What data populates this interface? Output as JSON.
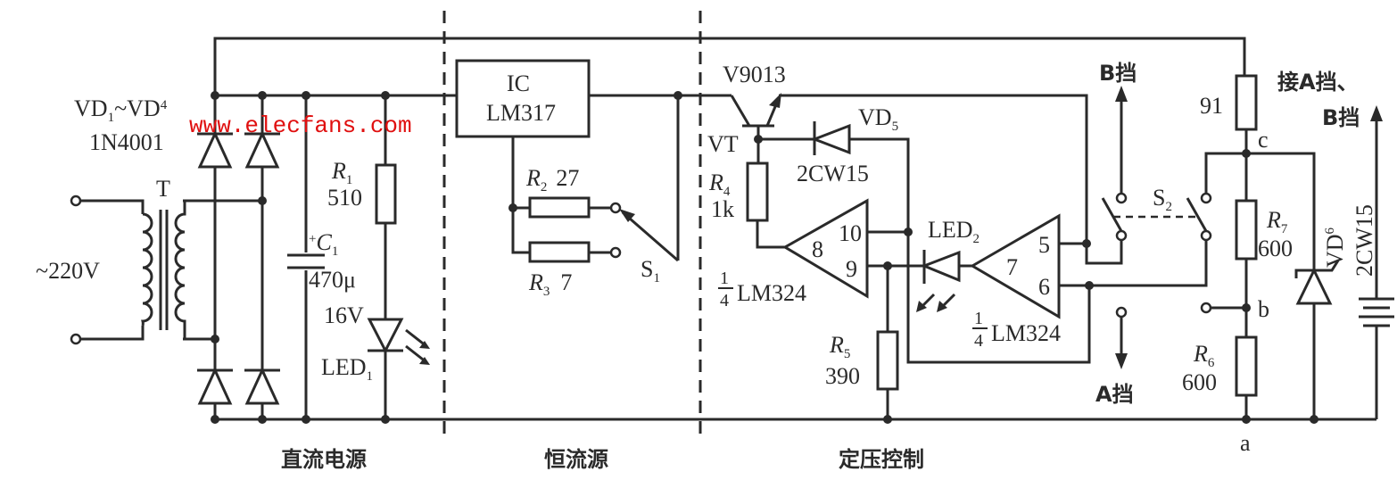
{
  "watermark": "www.elecfans.com",
  "sections": {
    "dc_supply": "直流电源",
    "constant_current": "恒流源",
    "voltage_control": "定压控制"
  },
  "components": {
    "input_voltage": "~220V",
    "transformer": "T",
    "bridge": {
      "name": "VD",
      "sub1": "1",
      "tilde": "~VD",
      "sub4": "4",
      "part": "1N4001"
    },
    "r1": {
      "name": "R",
      "sub": "1",
      "value": "510"
    },
    "c1": {
      "plus": "+",
      "name": "C",
      "sub": "1",
      "value": "470μ",
      "voltage": "16V"
    },
    "led1": {
      "name": "LED",
      "sub": "1"
    },
    "ic": {
      "line1": "IC",
      "line2": "LM317"
    },
    "r2": {
      "name": "R",
      "sub": "2",
      "value": "27"
    },
    "r3": {
      "name": "R",
      "sub": "3",
      "value": "7"
    },
    "s1": {
      "name": "S",
      "sub": "1"
    },
    "transistor": {
      "part": "V9013",
      "name": "VT"
    },
    "r4": {
      "name": "R",
      "sub": "4",
      "value": "1k"
    },
    "vd5": {
      "name": "VD",
      "sub": "5",
      "part": "2CW15"
    },
    "opamp1": {
      "pin_out": "8",
      "pin_a": "10",
      "pin_b": "9",
      "frac_num": "1",
      "frac_den": "4",
      "part": "LM324"
    },
    "led2": {
      "name": "LED",
      "sub": "2"
    },
    "opamp2": {
      "pin_out": "7",
      "pin_a": "5",
      "pin_b": "6",
      "frac_num": "1",
      "frac_den": "4",
      "part": "LM324"
    },
    "r5": {
      "name": "R",
      "sub": "5",
      "value": "390"
    },
    "s2": {
      "name": "S",
      "sub": "2"
    },
    "b_range": "B挡",
    "a_range": "A挡",
    "r_91": "91",
    "r7": {
      "name": "R",
      "sub": "7",
      "value": "600"
    },
    "r6": {
      "name": "R",
      "sub": "6",
      "value": "600"
    },
    "vd6": {
      "name": "VD",
      "sub": "6",
      "part": "2CW15"
    },
    "connect_label_1": "接A挡、",
    "connect_label_2": "B挡",
    "node_a": "a",
    "node_b": "b",
    "node_c": "c"
  }
}
